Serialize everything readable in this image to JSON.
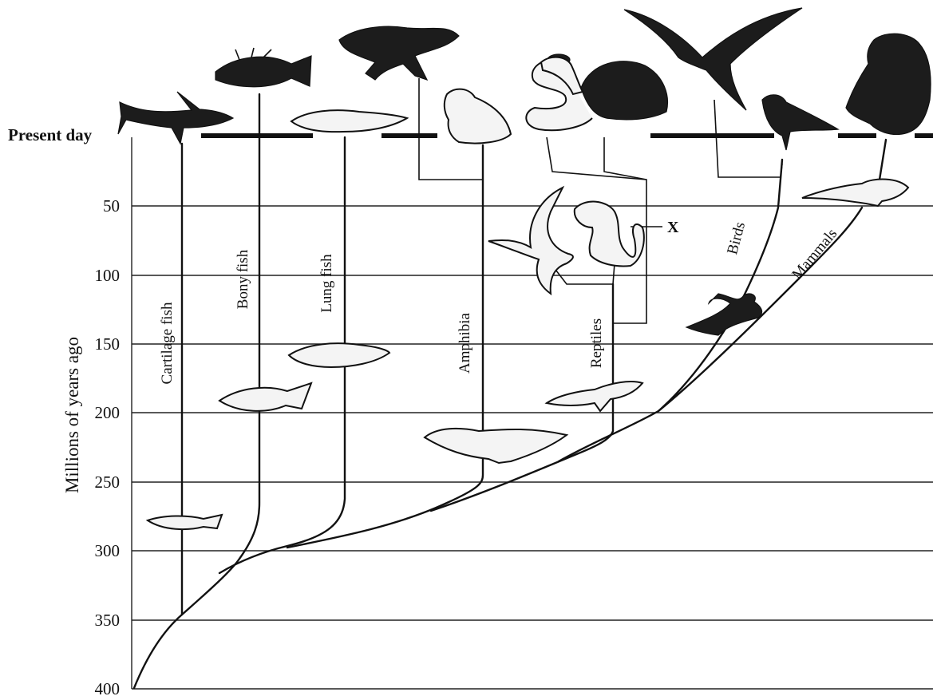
{
  "present_label": "Present day",
  "axis_title": "Millions of years ago",
  "ticks": [
    "50",
    "100",
    "150",
    "200",
    "250",
    "300",
    "350",
    "400"
  ],
  "groups": {
    "cartilage": "Cartilage fish",
    "bony": "Bony fish",
    "lung": "Lung fish",
    "amphibia": "Amphibia",
    "reptiles": "Reptiles",
    "birds": "Birds",
    "mammals": "Mammals"
  },
  "marker_x": "X",
  "icons": [
    "shark-icon",
    "bony-fish-icon",
    "lungfish-icon",
    "salamander-icon",
    "frog-icon",
    "snake-icon",
    "tortoise-icon",
    "swallow-icon",
    "sparrow-icon",
    "chimpanzee-icon",
    "pterosaur-icon",
    "dinosaur-icon",
    "early-mammal-icon",
    "archaeopteryx-icon",
    "early-reptile-icon",
    "early-amphibian-icon",
    "early-lungfish-icon",
    "early-bony-fish-icon",
    "early-cartilage-fish-icon"
  ]
}
